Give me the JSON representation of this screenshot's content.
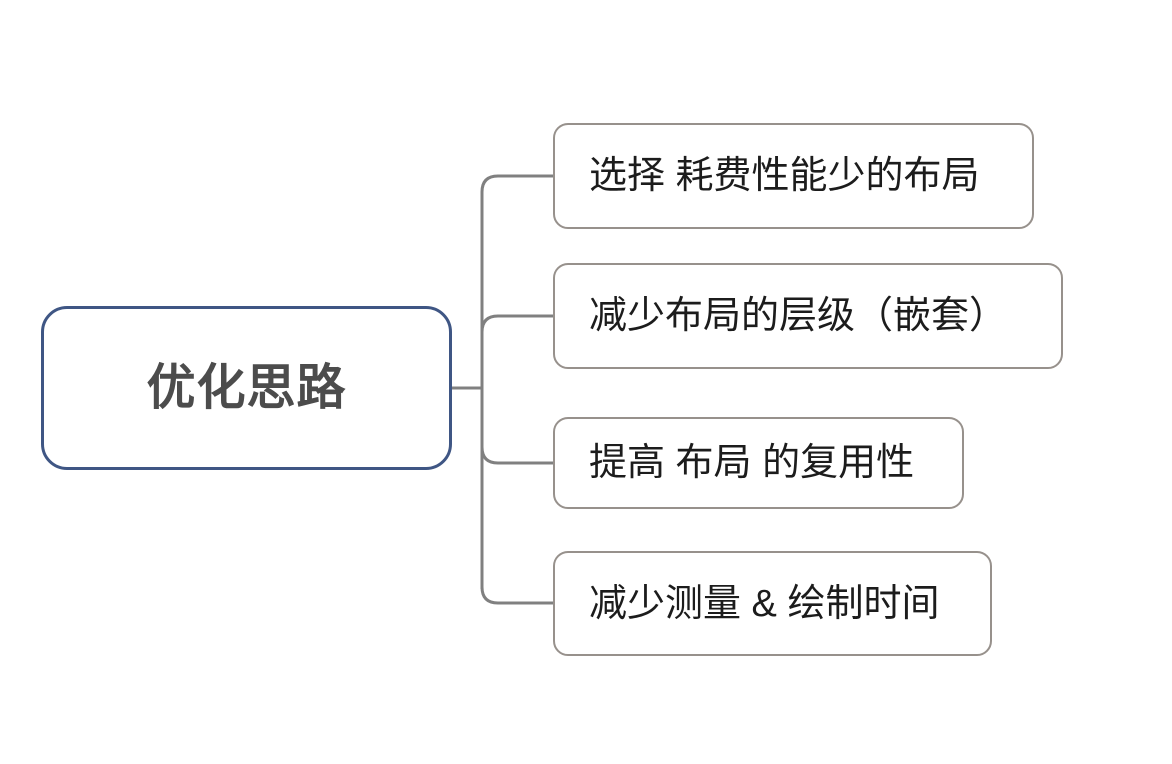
{
  "diagram": {
    "type": "mindmap",
    "title": "优化思路",
    "background_color": "#ffffff",
    "root": {
      "label": "优化思路",
      "border_color": "#3f5684",
      "text_color": "#4c4c4c",
      "fill_color": "#ffffff"
    },
    "connector": {
      "color": "#808080",
      "style": "orthogonal-rounded"
    },
    "branch_style": {
      "border_color": "#97918c",
      "text_color": "#1c1c1c",
      "fill_color": "#ffffff"
    },
    "branches": [
      {
        "label": "选择 耗费性能少的布局"
      },
      {
        "label": "减少布局的层级（嵌套）"
      },
      {
        "label": "提高 布局 的复用性"
      },
      {
        "label": "减少测量 & 绘制时间"
      }
    ]
  }
}
